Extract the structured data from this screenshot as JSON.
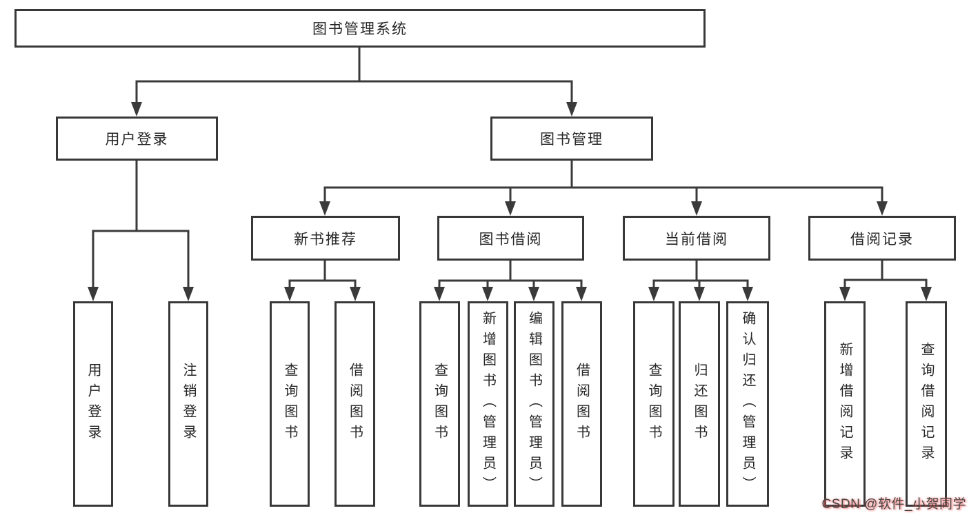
{
  "diagram": {
    "root": {
      "label": "图书管理系统"
    },
    "branches": [
      {
        "label": "用户登录",
        "children": [
          {
            "label": "用户登录"
          },
          {
            "label": "注销登录"
          }
        ]
      },
      {
        "label": "图书管理",
        "children": [
          {
            "label": "新书推荐",
            "children": [
              {
                "label": "查询图书"
              },
              {
                "label": "借阅图书"
              }
            ]
          },
          {
            "label": "图书借阅",
            "children": [
              {
                "label": "查询图书"
              },
              {
                "label": "新增图书（管理员）"
              },
              {
                "label": "编辑图书（管理员）"
              },
              {
                "label": "借阅图书"
              }
            ]
          },
          {
            "label": "当前借阅",
            "children": [
              {
                "label": "查询图书"
              },
              {
                "label": "归还图书"
              },
              {
                "label": "确认归还（管理员）"
              }
            ]
          },
          {
            "label": "借阅记录",
            "children": [
              {
                "label": "新增借阅记录"
              },
              {
                "label": "查询借阅记录"
              }
            ]
          }
        ]
      }
    ]
  },
  "watermark": {
    "text": "CSDN @软件_小贺同学"
  },
  "colors": {
    "line": "#3a3a3a",
    "box_border": "#383838",
    "text": "#262626",
    "background": "#ffffff",
    "watermark_text": "#474747",
    "watermark_glow": "#fc6060"
  }
}
